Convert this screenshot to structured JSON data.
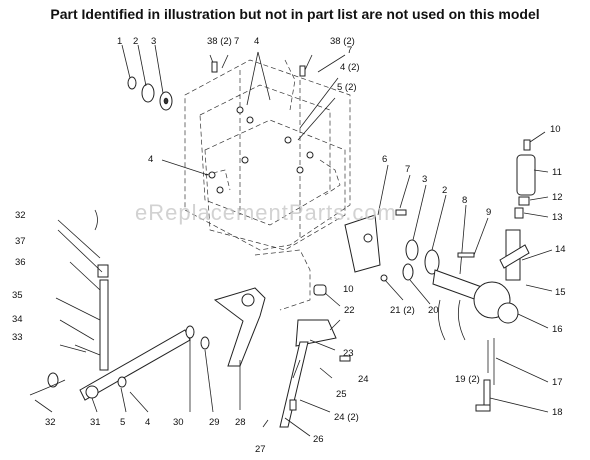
{
  "header": "Part Identified in illustration but not in part list are not used on this model",
  "watermark": "eReplacementParts.com",
  "labels": [
    {
      "id": "1",
      "text": "1"
    },
    {
      "id": "2",
      "text": "2"
    },
    {
      "id": "3a",
      "text": "3"
    },
    {
      "id": "38a",
      "text": "38 (2)"
    },
    {
      "id": "7a",
      "text": "7"
    },
    {
      "id": "4a",
      "text": "4"
    },
    {
      "id": "38b",
      "text": "38 (2)"
    },
    {
      "id": "7b",
      "text": "7"
    },
    {
      "id": "4b",
      "text": "4 (2)"
    },
    {
      "id": "5a",
      "text": "5 (2)"
    },
    {
      "id": "4c",
      "text": "4"
    },
    {
      "id": "6",
      "text": "6"
    },
    {
      "id": "7c",
      "text": "7"
    },
    {
      "id": "3b",
      "text": "3"
    },
    {
      "id": "2b",
      "text": "2"
    },
    {
      "id": "8",
      "text": "8"
    },
    {
      "id": "9",
      "text": "9"
    },
    {
      "id": "10a",
      "text": "10"
    },
    {
      "id": "11",
      "text": "11"
    },
    {
      "id": "12",
      "text": "12"
    },
    {
      "id": "13",
      "text": "13"
    },
    {
      "id": "14",
      "text": "14"
    },
    {
      "id": "15",
      "text": "15"
    },
    {
      "id": "16",
      "text": "16"
    },
    {
      "id": "17",
      "text": "17"
    },
    {
      "id": "18",
      "text": "18"
    },
    {
      "id": "19",
      "text": "19 (2)"
    },
    {
      "id": "20",
      "text": "20"
    },
    {
      "id": "21",
      "text": "21 (2)"
    },
    {
      "id": "10b",
      "text": "10"
    },
    {
      "id": "22",
      "text": "22"
    },
    {
      "id": "23",
      "text": "23"
    },
    {
      "id": "24a",
      "text": "24"
    },
    {
      "id": "25",
      "text": "25"
    },
    {
      "id": "24b",
      "text": "24 (2)"
    },
    {
      "id": "26",
      "text": "26"
    },
    {
      "id": "27",
      "text": "27"
    },
    {
      "id": "28",
      "text": "28"
    },
    {
      "id": "29",
      "text": "29"
    },
    {
      "id": "30",
      "text": "30"
    },
    {
      "id": "4d",
      "text": "4"
    },
    {
      "id": "5b",
      "text": "5"
    },
    {
      "id": "31",
      "text": "31"
    },
    {
      "id": "32a",
      "text": "32"
    },
    {
      "id": "33",
      "text": "33"
    },
    {
      "id": "34",
      "text": "34"
    },
    {
      "id": "35",
      "text": "35"
    },
    {
      "id": "36",
      "text": "36"
    },
    {
      "id": "37",
      "text": "37"
    },
    {
      "id": "32b",
      "text": "32"
    }
  ]
}
